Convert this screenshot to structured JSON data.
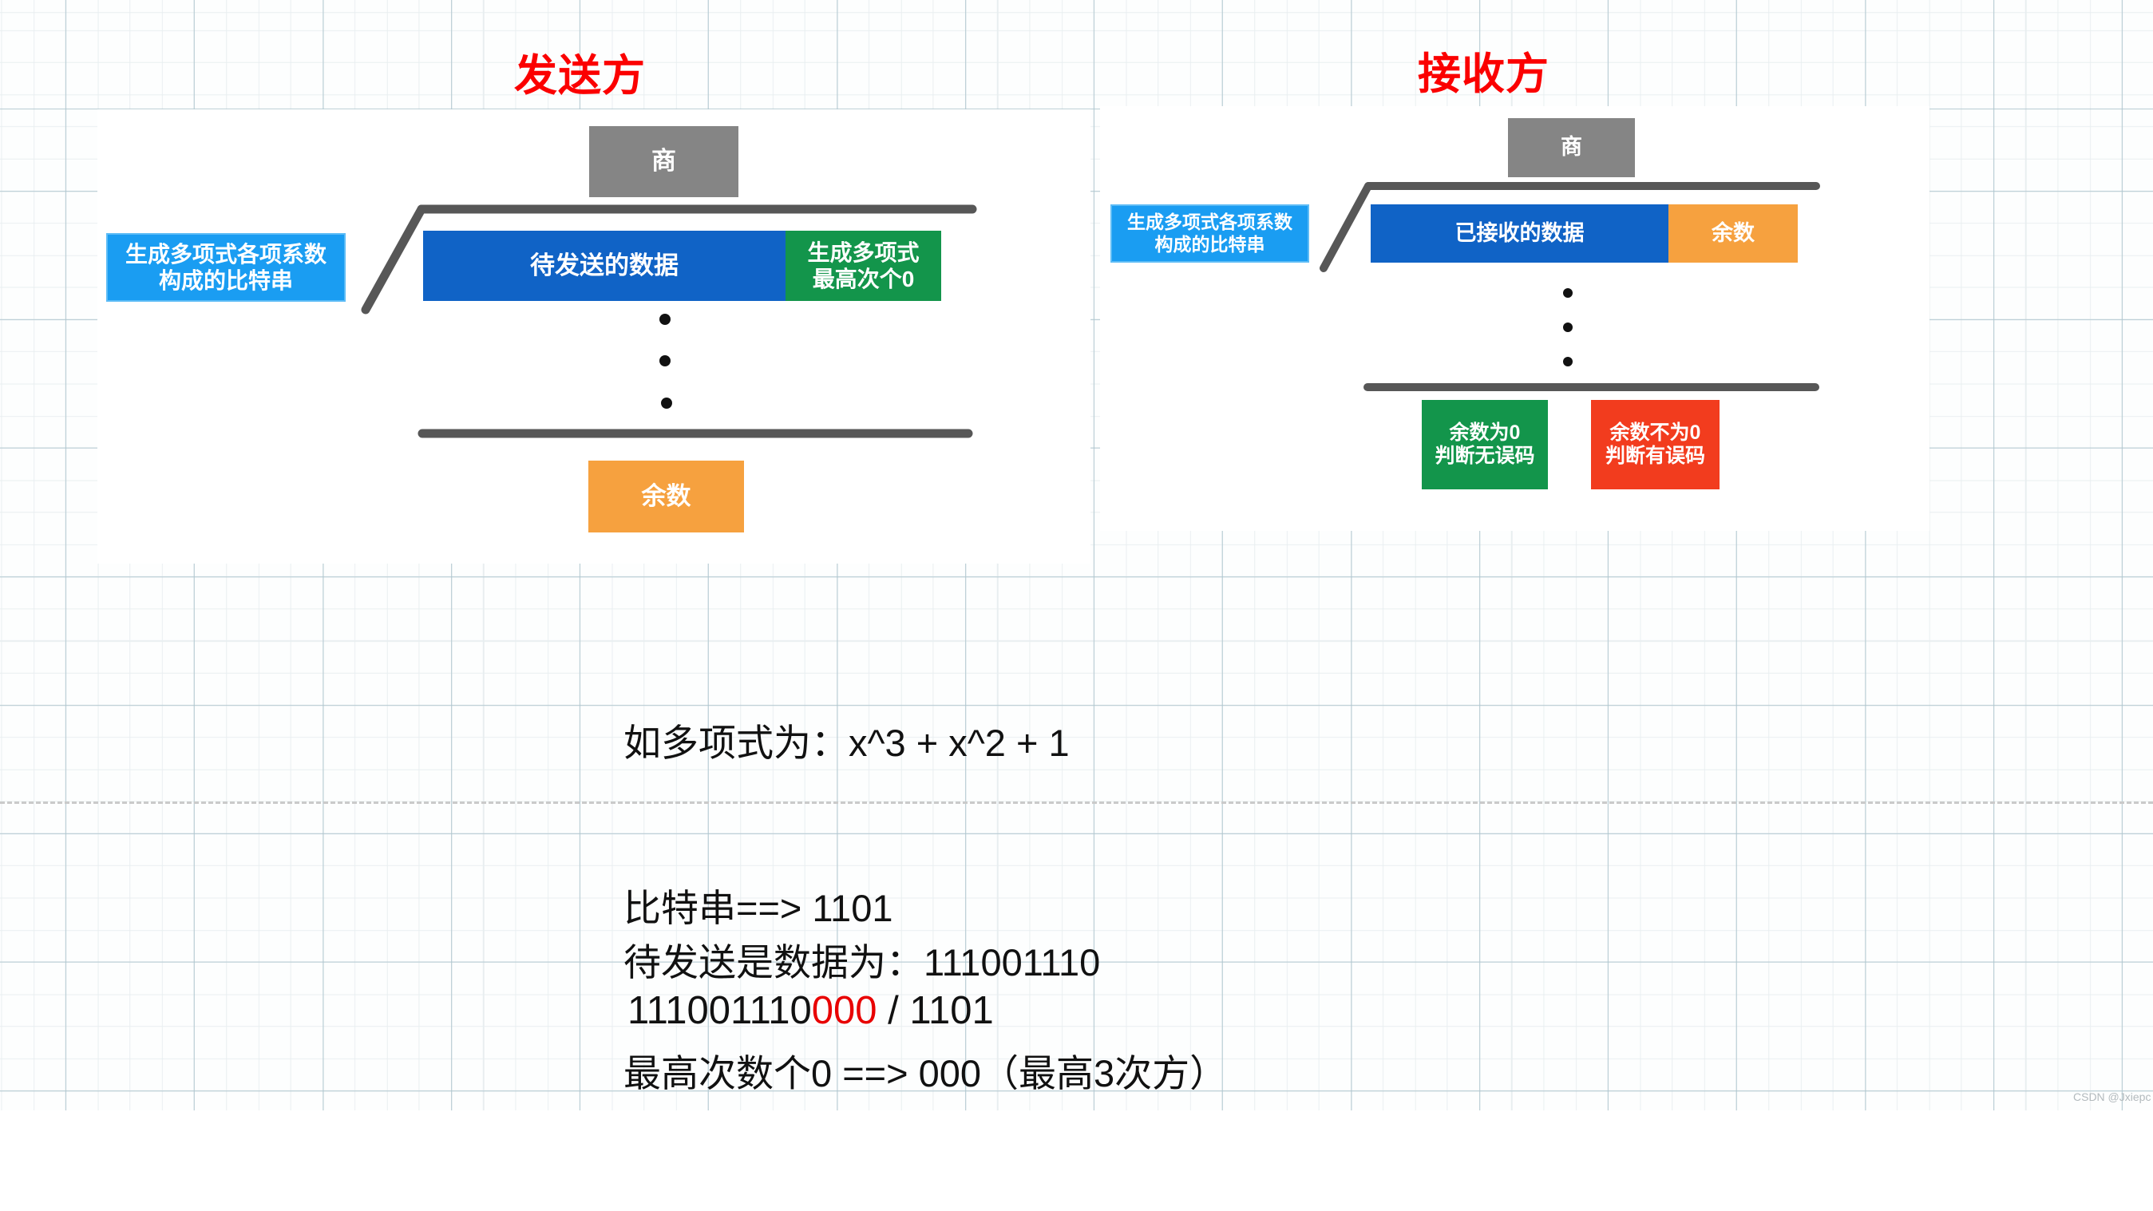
{
  "titles": {
    "sender": "发送方",
    "receiver": "接收方"
  },
  "sender_diagram": {
    "quotient": "商",
    "divisor_line1": "生成多项式各项系数",
    "divisor_line2": "构成的比特串",
    "dividend": "待发送的数据",
    "append_line1": "生成多项式",
    "append_line2": "最高次个0",
    "remainder": "余数"
  },
  "receiver_diagram": {
    "quotient": "商",
    "divisor_line1": "生成多项式各项系数",
    "divisor_line2": "构成的比特串",
    "dividend": "已接收的数据",
    "remainder": "余数",
    "ok_line1": "余数为0",
    "ok_line2": "判断无误码",
    "err_line1": "余数不为0",
    "err_line2": "判断有误码"
  },
  "notes": {
    "line1": "如多项式为：x^3 + x^2 + 1",
    "line2": "比特串==> 1101",
    "line3": "最高次数个0 ==> 000（最高3次方）",
    "line4": "待发送是数据为：111001110"
  },
  "formula": {
    "part_black1": "111001110",
    "part_red": "000",
    "part_black2": " / 1101"
  },
  "watermark": "CSDN @Jxiepc",
  "colors": {
    "title_red": "#fb0000",
    "box_gray": "#858585",
    "box_lightblue": "#1a9df2",
    "box_blue": "#1063c6",
    "box_green": "#13954b",
    "box_orange": "#f6a13f",
    "box_red": "#f23c1e",
    "division_line": "#575757",
    "grid_minor": "#e8eef0",
    "grid_major": "#aec5ce",
    "formula_red": "#e80000"
  }
}
